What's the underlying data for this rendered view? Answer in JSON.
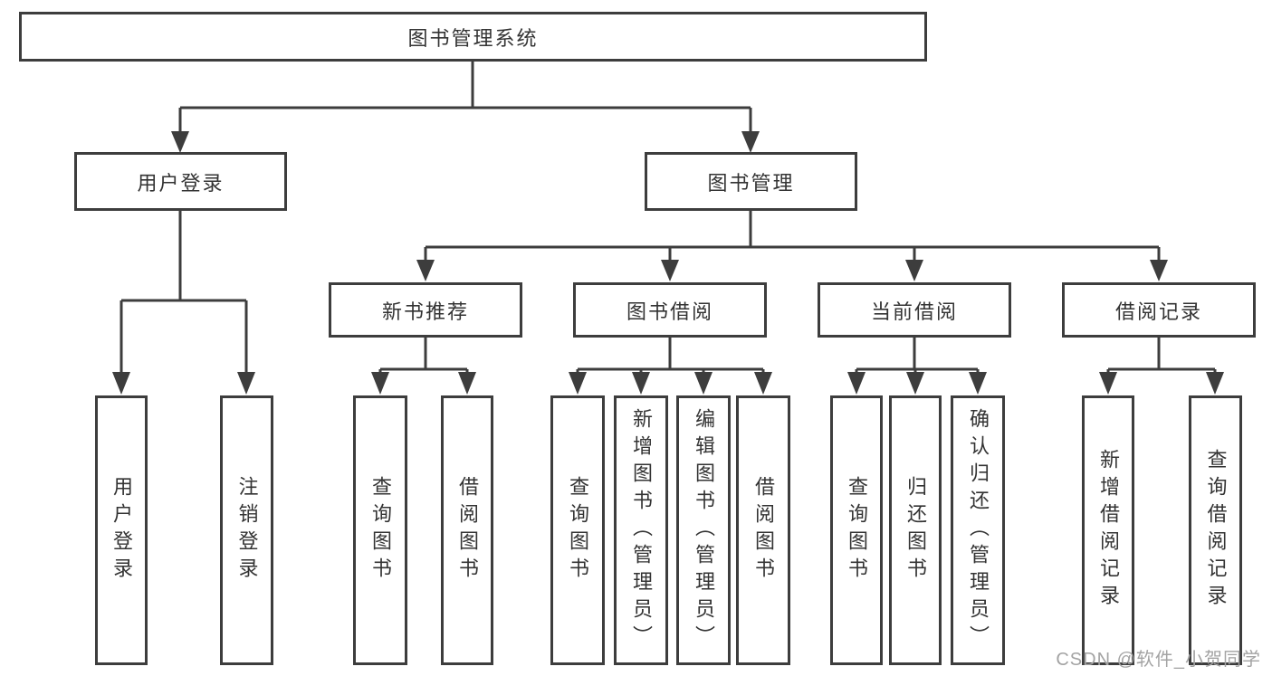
{
  "colors": {
    "box_border": "#3d3d3d",
    "box_text": "#333333",
    "line": "#3d3d3d",
    "watermark_text": "#a3a3a3",
    "background": "#ffffff"
  },
  "watermark": "CSDN @软件_小贺同学",
  "tree": {
    "label": "图书管理系统",
    "children": [
      {
        "label": "用户登录",
        "children": [
          {
            "label": "用户登录"
          },
          {
            "label": "注销登录"
          }
        ]
      },
      {
        "label": "图书管理",
        "children": [
          {
            "label": "新书推荐",
            "children": [
              {
                "label": "查询图书"
              },
              {
                "label": "借阅图书"
              }
            ]
          },
          {
            "label": "图书借阅",
            "children": [
              {
                "label": "查询图书"
              },
              {
                "label": "新增图书（管理员）"
              },
              {
                "label": "编辑图书（管理员）"
              },
              {
                "label": "借阅图书"
              }
            ]
          },
          {
            "label": "当前借阅",
            "children": [
              {
                "label": "查询图书"
              },
              {
                "label": "归还图书"
              },
              {
                "label": "确认归还（管理员）"
              }
            ]
          },
          {
            "label": "借阅记录",
            "children": [
              {
                "label": "新增借阅记录"
              },
              {
                "label": "查询借阅记录"
              }
            ]
          }
        ]
      }
    ]
  }
}
